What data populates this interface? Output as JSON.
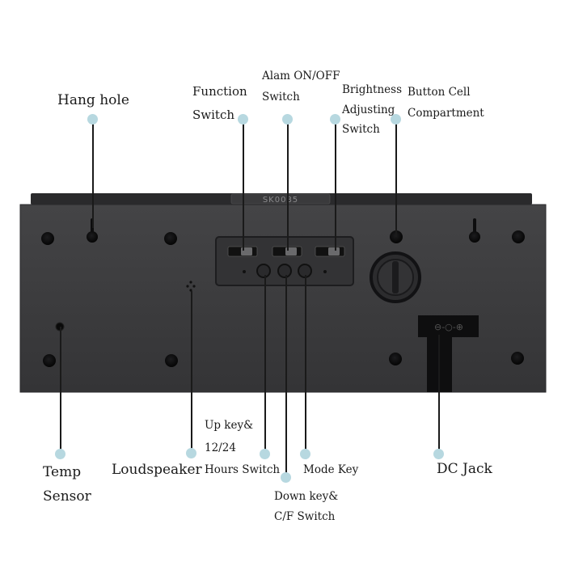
{
  "labels": {
    "hang_hole": "Hang hole",
    "function_switch": [
      "Function",
      "Switch"
    ],
    "alarm_switch": [
      "Alam ON/OFF",
      "Switch"
    ],
    "brightness_switch": [
      "Brightness",
      "Adjusting",
      "Switch"
    ],
    "button_cell": [
      "Button Cell",
      "Compartment"
    ],
    "temp_sensor": [
      "Temp",
      "Sensor"
    ],
    "loudspeaker": "Loudspeaker",
    "up_key": [
      "Up key&",
      "12/24",
      "Hours Switch"
    ],
    "mode_key": "Mode Key",
    "down_key": [
      "Down key&",
      "C/F Switch"
    ],
    "dc_jack": "DC Jack"
  },
  "device": {
    "top_badge": "SK0085"
  },
  "colors": {
    "body": "#3b3b3d",
    "body_edge": "#2a2a2c",
    "hole": "#0d0d0e",
    "callout_dot": "#b7d8e0",
    "leader_line": "#1a1a1a",
    "label_text": "#1a1a1a"
  }
}
